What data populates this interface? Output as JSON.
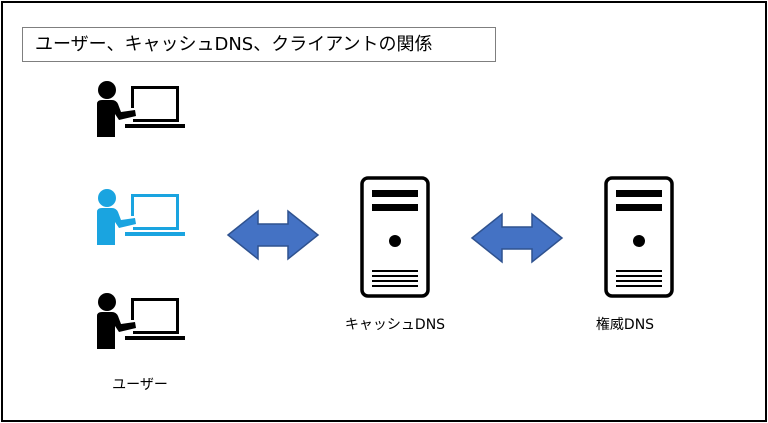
{
  "title": "ユーザー、キャッシュDNS、クライアントの関係",
  "labels": {
    "user": "ユーザー",
    "cache_dns": "キャッシュDNS",
    "authoritative_dns": "権威DNS"
  },
  "colors": {
    "user_default": "#000000",
    "user_highlight": "#1aa4e0",
    "arrow_fill": "#4472c4",
    "arrow_stroke": "#2f528f",
    "border": "#000000"
  },
  "icons": [
    "user-at-laptop-icon",
    "server-icon",
    "double-arrow-icon"
  ]
}
